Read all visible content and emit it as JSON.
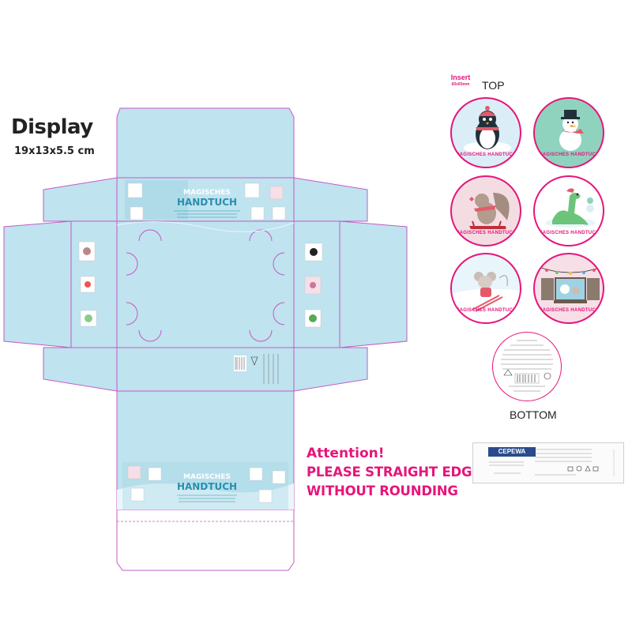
{
  "heading": {
    "title": "Display",
    "size": "19x13x5.5 cm"
  },
  "panels": {
    "brand_line1": "MAGISCHES",
    "brand_line2": "HANDTUCH"
  },
  "attention": {
    "line1": "Attention!",
    "line2": "PLEASE STRAIGHT EDGE",
    "line3": "WITHOUT ROUNDING"
  },
  "insert": {
    "label": "Insert",
    "size": "60x60mm",
    "top_label": "TOP",
    "bottom_label": "BOTTOM",
    "disc_caption": "MAGISCHES HANDTUCH",
    "discs": [
      {
        "motif": "penguin",
        "bg": "#dbeef7",
        "caption_color": "#e6157a"
      },
      {
        "motif": "snowman",
        "bg": "#8fd3bf",
        "caption_color": "#e6157a"
      },
      {
        "motif": "squirrel",
        "bg": "#f3dde2",
        "caption_color": "#e6157a"
      },
      {
        "motif": "dinosaur",
        "bg": "#ffffff",
        "caption_color": "#e6157a"
      },
      {
        "motif": "mouse-skiing",
        "bg": "#e8f5fa",
        "caption_color": "#e6157a"
      },
      {
        "motif": "window-bunny",
        "bg": "#f6dfe6",
        "caption_color": "#e6157a"
      }
    ]
  },
  "label_strip": {
    "brand": "CEPEWA"
  },
  "colors": {
    "box_fill": "#bfe3ef",
    "dieline": "#c45ac4",
    "panel_accent": "#2a8fae",
    "attention": "#e6157a"
  }
}
